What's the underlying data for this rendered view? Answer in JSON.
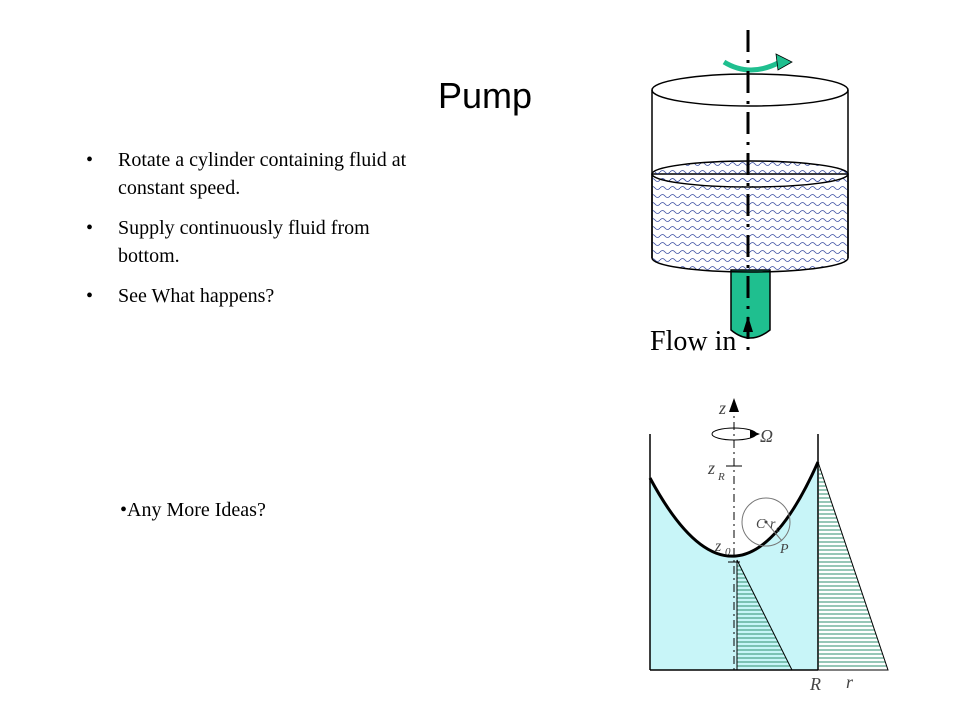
{
  "slide": {
    "title": "Pump",
    "bullets": [
      "Rotate a cylinder containing fluid at constant speed.",
      "Supply continuously fluid from bottom.",
      "See What happens?"
    ],
    "extra_idea": "•Any More Ideas?"
  },
  "pump_diagram": {
    "flow_label": "Flow in",
    "colors": {
      "outline": "#000000",
      "fluid_pattern": "#3b4ea3",
      "inlet_pipe": "#1fbf8f",
      "rotation_arrow": "#1fbf8f"
    }
  },
  "profile_diagram": {
    "labels": {
      "z_axis": "z",
      "omega": "Ω",
      "z_r": "z",
      "z_r_sub": "R",
      "z_0": "z",
      "z_0_sub": "0",
      "circle_center": "C",
      "circle_radius": "r",
      "circle_radius_sub": "c",
      "point": "P",
      "radius_tick": "R",
      "r_axis": "r"
    },
    "colors": {
      "fluid_fill": "#c8f5f8",
      "outline": "#000000",
      "hatch": "#2f8f6f"
    }
  }
}
